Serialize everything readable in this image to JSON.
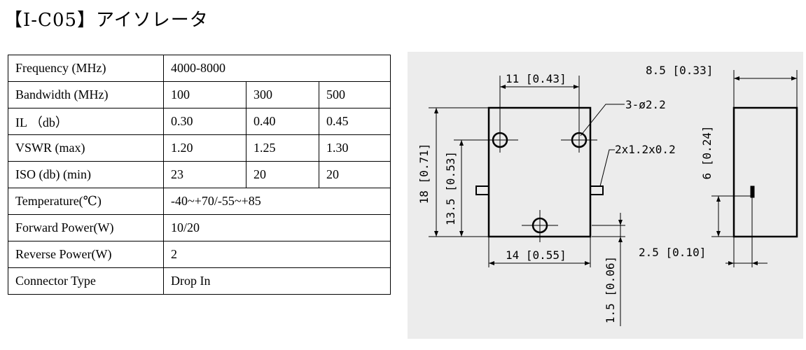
{
  "title": "【I-C05】アイソレータ",
  "spec_table": {
    "rows": [
      {
        "label": "Frequency (MHz)",
        "values": [
          "4000-8000"
        ]
      },
      {
        "label": "Bandwidth (MHz)",
        "values": [
          "100",
          "300",
          "500"
        ]
      },
      {
        "label": "IL （db）",
        "values": [
          "0.30",
          "0.40",
          "0.45"
        ]
      },
      {
        "label": "VSWR (max)",
        "values": [
          "1.20",
          "1.25",
          "1.30"
        ]
      },
      {
        "label": "ISO (db) (min)",
        "values": [
          "23",
          "20",
          "20"
        ]
      },
      {
        "label": "Temperature(℃)",
        "values": [
          "-40~+70/-55~+85"
        ]
      },
      {
        "label": "Forward Power(W)",
        "values": [
          "10/20"
        ]
      },
      {
        "label": "Reverse Power(W)",
        "values": [
          "2"
        ]
      },
      {
        "label": "Connector Type",
        "values": [
          "Drop In"
        ]
      }
    ]
  },
  "drawing": {
    "dim_11": "11 [0.43]",
    "dim_holes": "3-ø2.2",
    "dim_pin": "2x1.2x0.2",
    "dim_18": "18 [0.71]",
    "dim_13_5": "13.5 [0.53]",
    "dim_14": "14 [0.55]",
    "dim_1_5": "1.5 [0.06]",
    "dim_8_5": "8.5 [0.33]",
    "dim_6": "6 [0.24]",
    "dim_2_5": "2.5 [0.10]"
  }
}
